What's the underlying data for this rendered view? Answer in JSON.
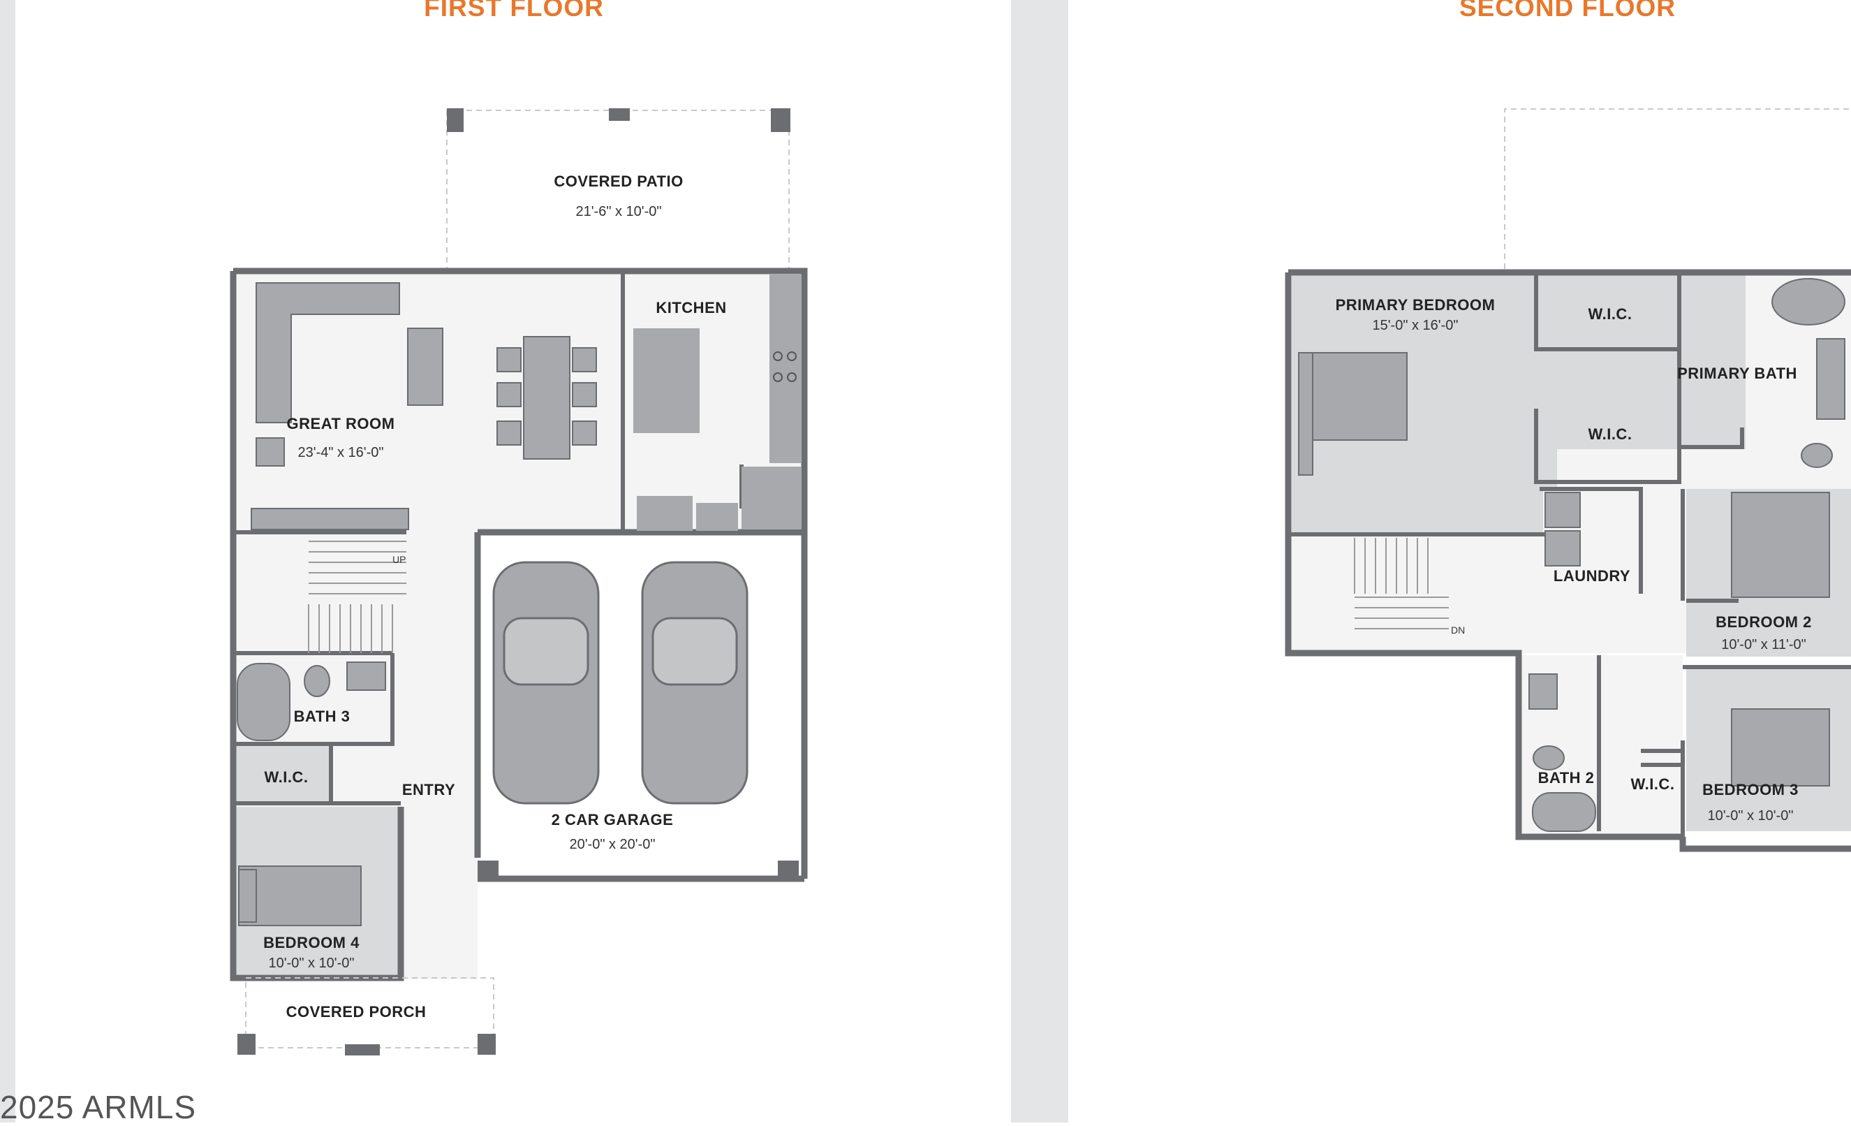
{
  "floors": [
    {
      "title": "FIRST FLOOR"
    },
    {
      "title": "SECOND FLOOR"
    }
  ],
  "rooms": {
    "covered_patio": {
      "name": "COVERED PATIO",
      "dims": "21'-6\" x 10'-0\""
    },
    "kitchen": {
      "name": "KITCHEN"
    },
    "great_room": {
      "name": "GREAT ROOM",
      "dims": "23'-4\" x 16'-0\""
    },
    "bath3": {
      "name": "BATH 3"
    },
    "wic_first": {
      "name": "W.I.C."
    },
    "entry": {
      "name": "ENTRY"
    },
    "garage": {
      "name": "2 CAR GARAGE",
      "dims": "20'-0\" x 20'-0\""
    },
    "bedroom4": {
      "name": "BEDROOM 4",
      "dims": "10'-0\" x 10'-0\""
    },
    "covered_porch": {
      "name": "COVERED PORCH"
    },
    "primary_bedroom": {
      "name": "PRIMARY BEDROOM",
      "dims": "15'-0\" x 16'-0\""
    },
    "wic_top": {
      "name": "W.I.C."
    },
    "wic_mid": {
      "name": "W.I.C."
    },
    "primary_bath": {
      "name": "PRIMARY BATH"
    },
    "laundry": {
      "name": "LAUNDRY"
    },
    "bedroom2": {
      "name": "BEDROOM 2",
      "dims": "10'-0\" x 11'-0\""
    },
    "bath2": {
      "name": "BATH 2"
    },
    "wic_small": {
      "name": "W.I.C."
    },
    "bedroom3": {
      "name": "BEDROOM 3",
      "dims": "10'-0\" x 10'-0\""
    }
  },
  "stair_labels": {
    "up": "UP",
    "down": "DN"
  },
  "copyright": "2025 ARMLS",
  "colors": {
    "title": "#e9772a",
    "wall": "#6b6d70",
    "fill": "#d9dadc",
    "fixture": "#a7a9ac"
  }
}
